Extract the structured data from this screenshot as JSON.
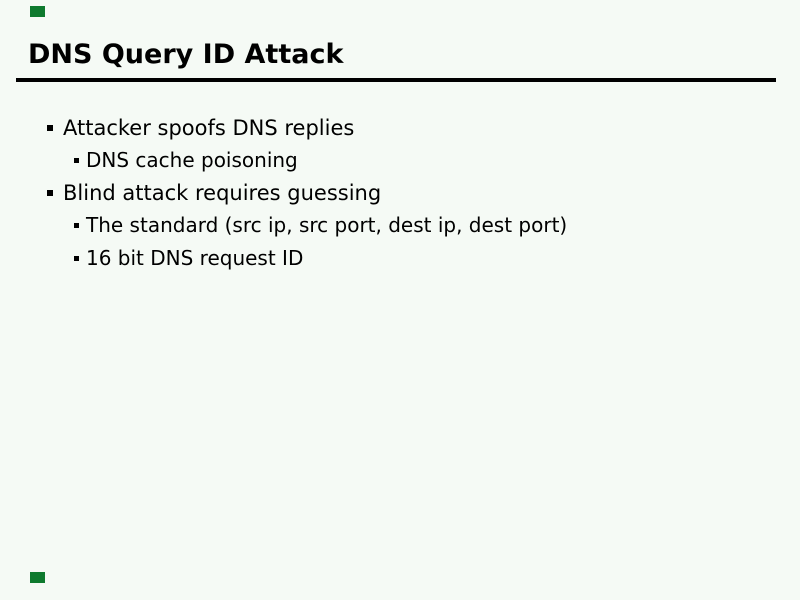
{
  "slide": {
    "title": "DNS Query ID Attack",
    "colors": {
      "background": "#f5faf5",
      "text": "#000000",
      "corner_green": "#0e7a2e",
      "rule": "#000000"
    },
    "bullets": [
      {
        "level": 1,
        "text": "Attacker spoofs DNS replies"
      },
      {
        "level": 2,
        "text": "DNS cache poisoning"
      },
      {
        "level": 1,
        "text": "Blind attack requires guessing"
      },
      {
        "level": 2,
        "text": "The standard (src ip, src port, dest ip, dest port)"
      },
      {
        "level": 2,
        "text": "16 bit DNS request ID"
      }
    ]
  }
}
